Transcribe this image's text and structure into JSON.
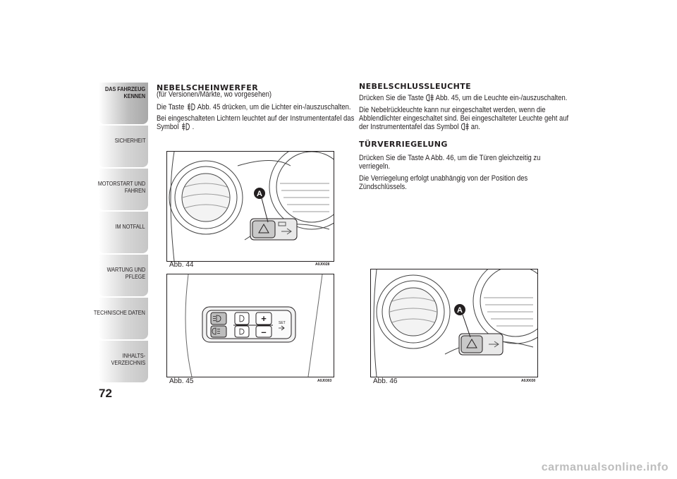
{
  "sidebar": {
    "tabs": [
      {
        "label": "DAS FAHRZEUG\nKENNEN",
        "active": true
      },
      {
        "label": "SICHERHEIT",
        "active": false
      },
      {
        "label": "MOTORSTART UND\nFAHREN",
        "active": false
      },
      {
        "label": "IM NOTFALL",
        "active": false
      },
      {
        "label": "WARTUNG UND\nPFLEGE",
        "active": false
      },
      {
        "label": "TECHNISCHE DATEN",
        "active": false
      },
      {
        "label": "INHALTS-\nVERZEICHNIS",
        "active": false
      }
    ]
  },
  "page_number": "72",
  "left": {
    "title": "NEBELSCHEINWERFER",
    "subtitle": "(für Versionen/Märkte, wo vorgesehen)",
    "p1_pre": "Die Taste",
    "p1_post": "Abb. 45 drücken, um die Lichter ein-/auszuschalten.",
    "p2_line1": "Bei eingeschalteten Lichtern leuchtet auf der Instrumententafel das",
    "p2_line2_pre": "Symbol",
    "p2_line2_post": "."
  },
  "right": {
    "title1": "NEBELSCHLUSSLEUCHTE",
    "p1_pre": "Drücken Sie die Taste",
    "p1_post": "Abb. 45, um die Leuchte ein-/auszuschalten.",
    "p2_line1": "Die Nebelrückleuchte kann nur eingeschaltet werden, wenn die",
    "p2_line2": "Abblendlichter eingeschaltet sind. Bei eingeschalteter Leuchte geht auf",
    "p2_line3_pre": "der Instrumententafel das Symbol",
    "p2_line3_post": "an.",
    "title2": "TÜRVERRIEGELUNG",
    "p3_line1": "Drücken Sie die Taste A Abb. 46, um die Türen gleichzeitig zu",
    "p3_line2": "verriegeln.",
    "p4_line1": "Die Verriegelung erfolgt unabhängig von der Position des",
    "p4_line2": "Zündschlüssels."
  },
  "figures": {
    "fig44": {
      "caption": "Abb. 44",
      "code": "A0J0028",
      "callout": "A"
    },
    "fig45": {
      "caption": "Abb. 45",
      "code": "A0J0303",
      "plus": "+",
      "minus": "–",
      "set": "SET"
    },
    "fig46": {
      "caption": "Abb. 46",
      "code": "A0J0030",
      "callout": "A"
    }
  },
  "footer": "carmanualsonline.info"
}
